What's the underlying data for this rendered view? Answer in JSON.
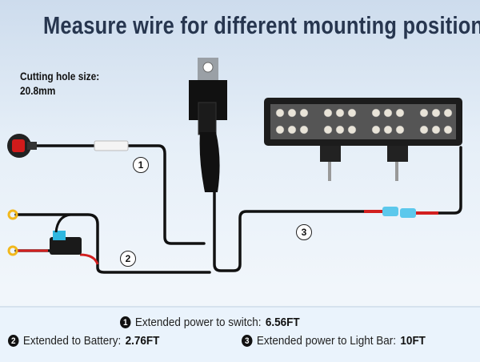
{
  "title": "Measure wire for different mounting position",
  "hole": {
    "label": "Cutting hole size:",
    "value": "20.8mm"
  },
  "callouts": [
    "1",
    "2",
    "3"
  ],
  "specs": [
    {
      "num": "1",
      "label": "Extended power to switch:",
      "value": "6.56FT"
    },
    {
      "num": "2",
      "label": "Extended to Battery:",
      "value": "2.76FT"
    },
    {
      "num": "3",
      "label": "Extended power to Light Bar:",
      "value": "10FT"
    }
  ],
  "colors": {
    "title": "#27364f",
    "band": "#eaf3fc",
    "wire_red": "#d21f1f",
    "terminal": "#f2b81c",
    "fuse": "#2fb7e0"
  }
}
